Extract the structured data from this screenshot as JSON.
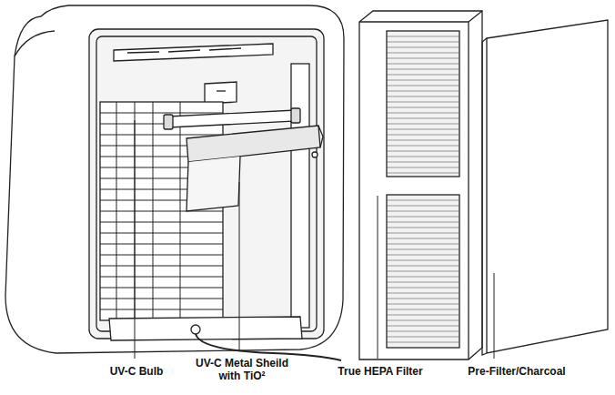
{
  "diagram": {
    "labels": [
      "UV-C Bulb",
      "UV-C Metal Sheild with TiO²",
      "True HEPA Filter",
      "Pre-Filter/Charcoal"
    ]
  }
}
